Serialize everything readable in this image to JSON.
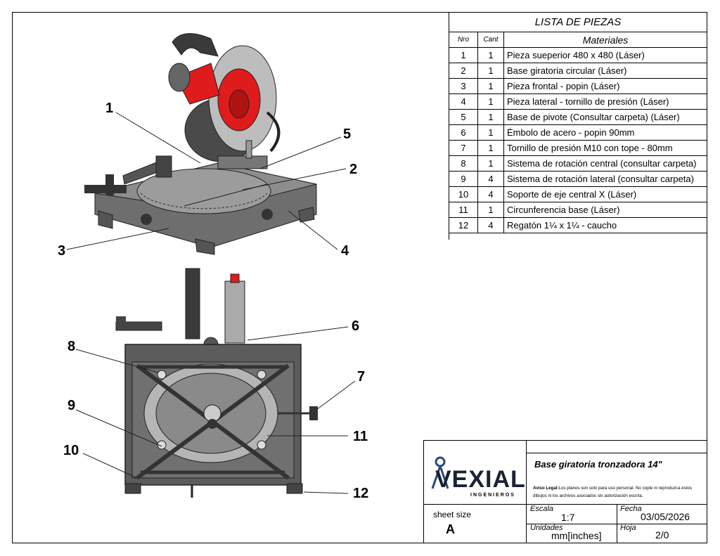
{
  "parts_list": {
    "title": "LISTA DE PIEZAS",
    "col_nro": "Nro",
    "col_cant": "Cant",
    "col_materiales": "Materiales",
    "rows": [
      {
        "nro": "1",
        "cant": "1",
        "material": "Pieza sueperior 480 x 480 (Láser)"
      },
      {
        "nro": "2",
        "cant": "1",
        "material": "Base giratoria circular (Láser)"
      },
      {
        "nro": "3",
        "cant": "1",
        "material": "Pieza frontal - popin (Láser)"
      },
      {
        "nro": "4",
        "cant": "1",
        "material": "Pieza lateral - tornillo de presión (Láser)"
      },
      {
        "nro": "5",
        "cant": "1",
        "material": "Base de pivote (Consultar carpeta) (Láser)"
      },
      {
        "nro": "6",
        "cant": "1",
        "material": "Émbolo de acero - popin 90mm"
      },
      {
        "nro": "7",
        "cant": "1",
        "material": "Tornillo de presión M10 con tope - 80mm"
      },
      {
        "nro": "8",
        "cant": "1",
        "material": "Sistema de rotación central (consultar carpeta)"
      },
      {
        "nro": "9",
        "cant": "4",
        "material": "Sistema de rotación lateral (consultar carpeta)"
      },
      {
        "nro": "10",
        "cant": "4",
        "material": "Soporte de eje central X (Láser)"
      },
      {
        "nro": "11",
        "cant": "1",
        "material": "Circunferencia base (Láser)"
      },
      {
        "nro": "12",
        "cant": "4",
        "material": "Regatón 1¼ x 1¼ - caucho"
      }
    ]
  },
  "callouts": {
    "c1": "1",
    "c2": "2",
    "c3": "3",
    "c4": "4",
    "c5": "5",
    "c6": "6",
    "c7": "7",
    "c8": "8",
    "c9": "9",
    "c10": "10",
    "c11": "11",
    "c12": "12"
  },
  "title_block": {
    "logo_text": "VEXIAL",
    "logo_sub": "INGENIEROS",
    "drawing_title": "Base giratoria tronzadora 14\"",
    "legal_label": "Aviso Legal:",
    "legal_text": "Los planos son solo para uso personal. No copie ni reproduzca estos dibujos ni los archivos asociados sin autorización escrita.",
    "sheet_size_label": "sheet size",
    "sheet_size_value": "A",
    "escala_label": "Escala",
    "escala_value": "1:7",
    "fecha_label": "Fecha",
    "fecha_value": "03/05/2026",
    "unidades_label": "Unidades",
    "unidades_value": "mm[inches]",
    "hoja_label": "Hoja",
    "hoja_value": "2/0"
  },
  "colors": {
    "metal_dark": "#4a4a4a",
    "metal_mid": "#7a7a7a",
    "metal_light": "#b8b8b8",
    "accent_red": "#e01b1b"
  }
}
